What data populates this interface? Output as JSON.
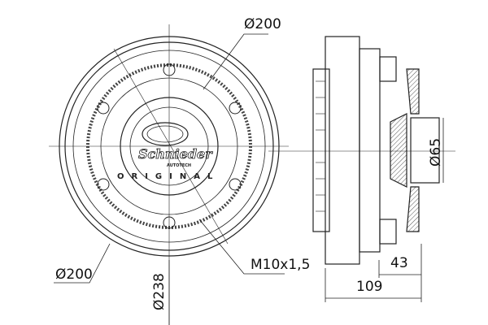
{
  "drawing": {
    "title": "Viscous fan clutch technical drawing",
    "logo": {
      "brand": "Schnieder",
      "sub": "AUTOTECH",
      "tag": "ORIGINAL"
    },
    "dimensions": {
      "top_diameter": "Ø200",
      "bottom_left_diameter": "Ø200",
      "outer_diameter": "Ø238",
      "thread": "M10x1,5",
      "hub_diameter": "Ø65",
      "depth_partial": "43",
      "depth_total": "109"
    },
    "colors": {
      "line": "#222222",
      "background": "#ffffff",
      "hatch": "#555555"
    }
  }
}
